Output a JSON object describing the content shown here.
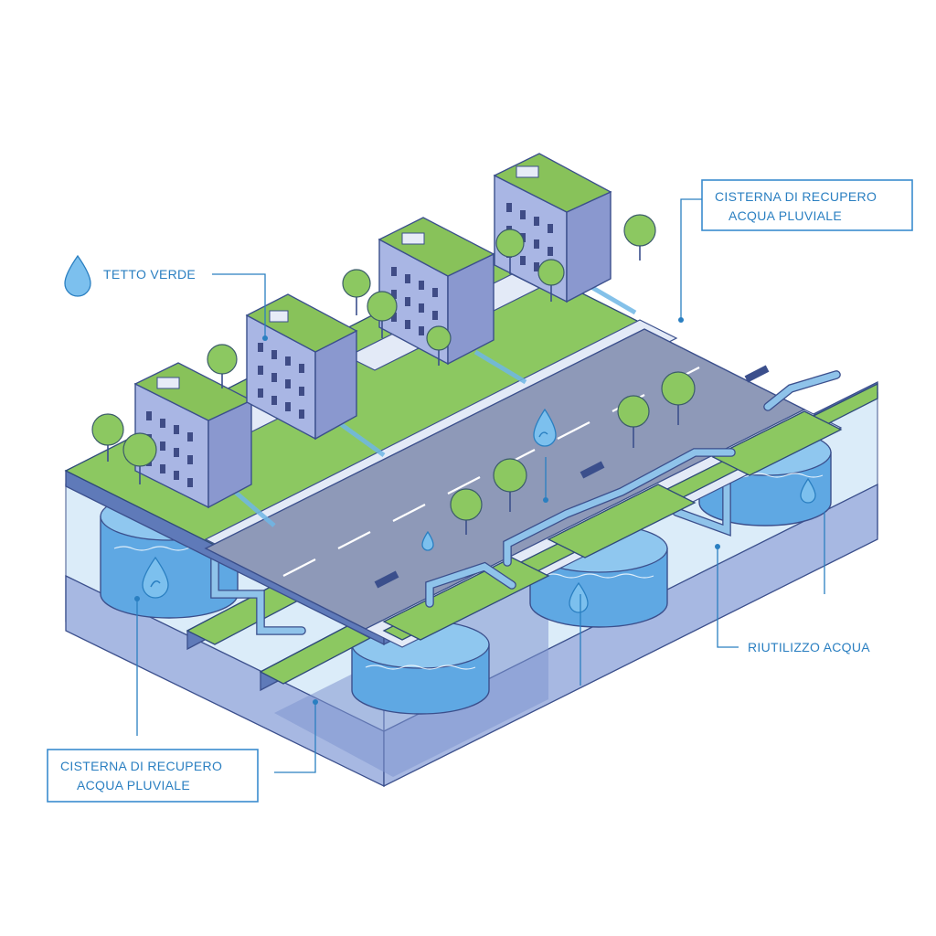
{
  "labels": {
    "green_roof": "TETTO VERDE",
    "cistern_top_line1": "CISTERNA DI RECUPERO",
    "cistern_top_line2": "ACQUA PLUVIALE",
    "water_reuse": "RIUTILIZZO ACQUA",
    "cistern_bottom_line1": "CISTERNA DI RECUPERO",
    "cistern_bottom_line2": "ACQUA PLUVIALE"
  },
  "icons": [
    "water-drop-icon",
    "leaf-drop-icon"
  ],
  "colors": {
    "accent": "#2a7fc1",
    "grass": "#8cc861",
    "water": "#5fa8e3",
    "road": "#8e99b8",
    "building": "#a9b6e4",
    "outline": "#3b4f8c"
  }
}
